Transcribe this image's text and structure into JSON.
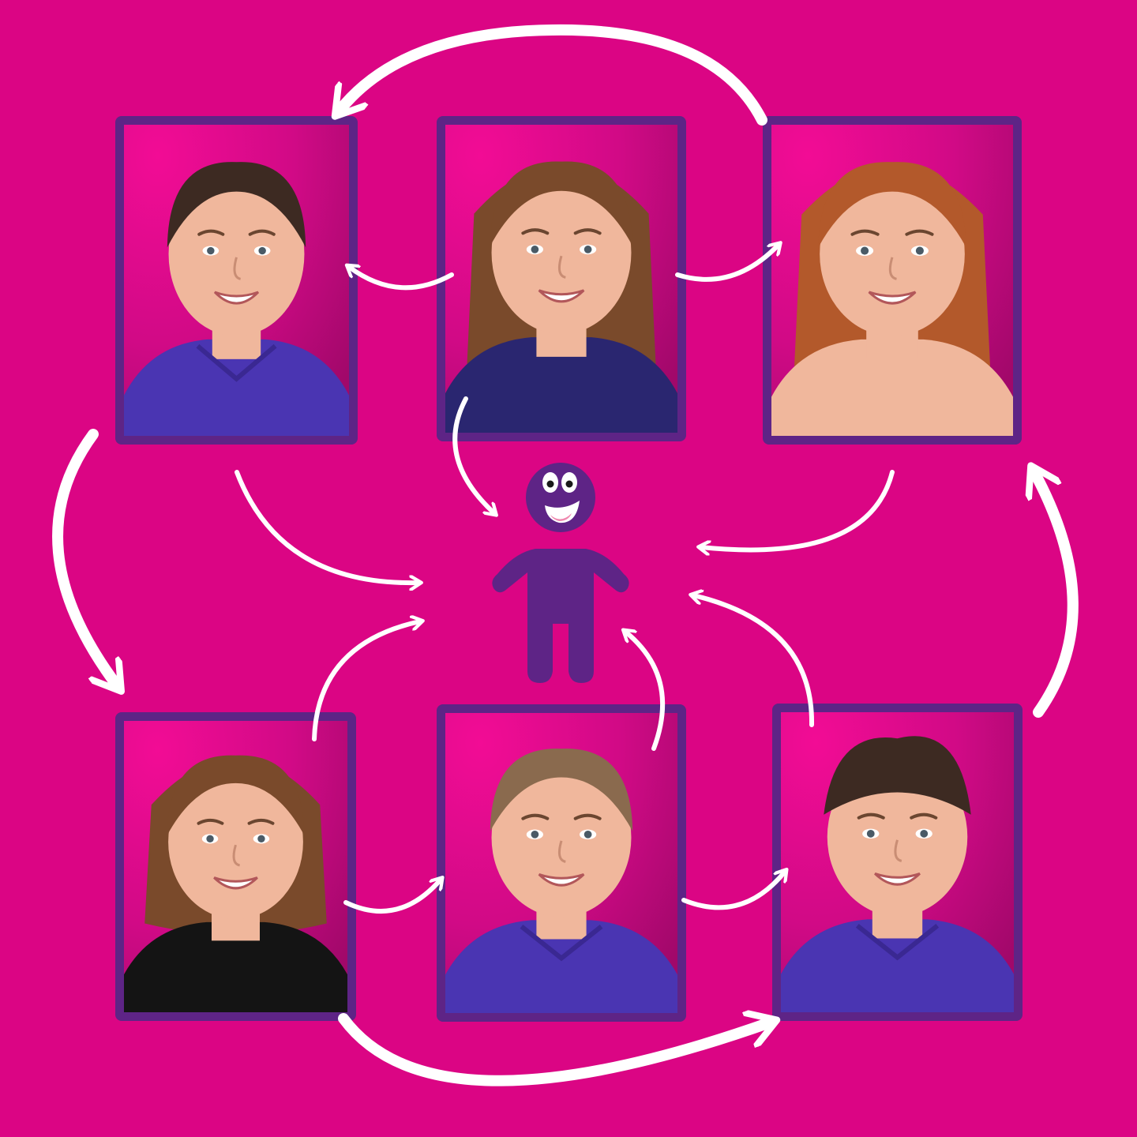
{
  "colors": {
    "background": "#DB0584",
    "frame": "#5E2486",
    "photo_bright": "#F20C95",
    "photo_dark": "#A1086A",
    "shirt_polo": "#4A35B2",
    "shirt_navy": "#2A2670",
    "shirt_black": "#141414",
    "skin": "#F0B79C",
    "hair_dark": "#3D2A22",
    "hair_brown": "#7A4A2B",
    "hair_auburn": "#B3592B",
    "hair_light": "#8A6A4E",
    "figure": "#5E2486",
    "arrow": "#FFFFFF"
  },
  "photos": [
    {
      "id": "top-left",
      "shirt": "polo",
      "hair": "dark",
      "hair_style": "tied"
    },
    {
      "id": "top-center",
      "shirt": "navy",
      "hair": "brown",
      "hair_style": "long"
    },
    {
      "id": "top-right",
      "shirt": "none",
      "hair": "auburn",
      "hair_style": "long"
    },
    {
      "id": "bottom-left",
      "shirt": "black",
      "hair": "brown",
      "hair_style": "bob"
    },
    {
      "id": "bottom-center",
      "shirt": "polo",
      "hair": "light",
      "hair_style": "tied"
    },
    {
      "id": "bottom-right",
      "shirt": "polo",
      "hair": "dark",
      "hair_style": "short"
    }
  ],
  "center_figure": {
    "icon": "smiling-person-icon"
  },
  "connections": [
    {
      "from": "top-center",
      "to": "top-left"
    },
    {
      "from": "top-center",
      "to": "top-right"
    },
    {
      "from": "top-right",
      "to": "top-left"
    },
    {
      "from": "top-left",
      "to": "bottom-left"
    },
    {
      "from": "bottom-right",
      "to": "top-right"
    },
    {
      "from": "bottom-left",
      "to": "bottom-center"
    },
    {
      "from": "bottom-center",
      "to": "bottom-right"
    },
    {
      "from": "bottom-left",
      "to": "bottom-right"
    },
    {
      "from": "top-left",
      "to": "center-figure"
    },
    {
      "from": "top-center",
      "to": "center-figure"
    },
    {
      "from": "top-right",
      "to": "center-figure"
    },
    {
      "from": "bottom-left",
      "to": "center-figure"
    },
    {
      "from": "bottom-center",
      "to": "center-figure"
    },
    {
      "from": "bottom-right",
      "to": "center-figure"
    }
  ]
}
